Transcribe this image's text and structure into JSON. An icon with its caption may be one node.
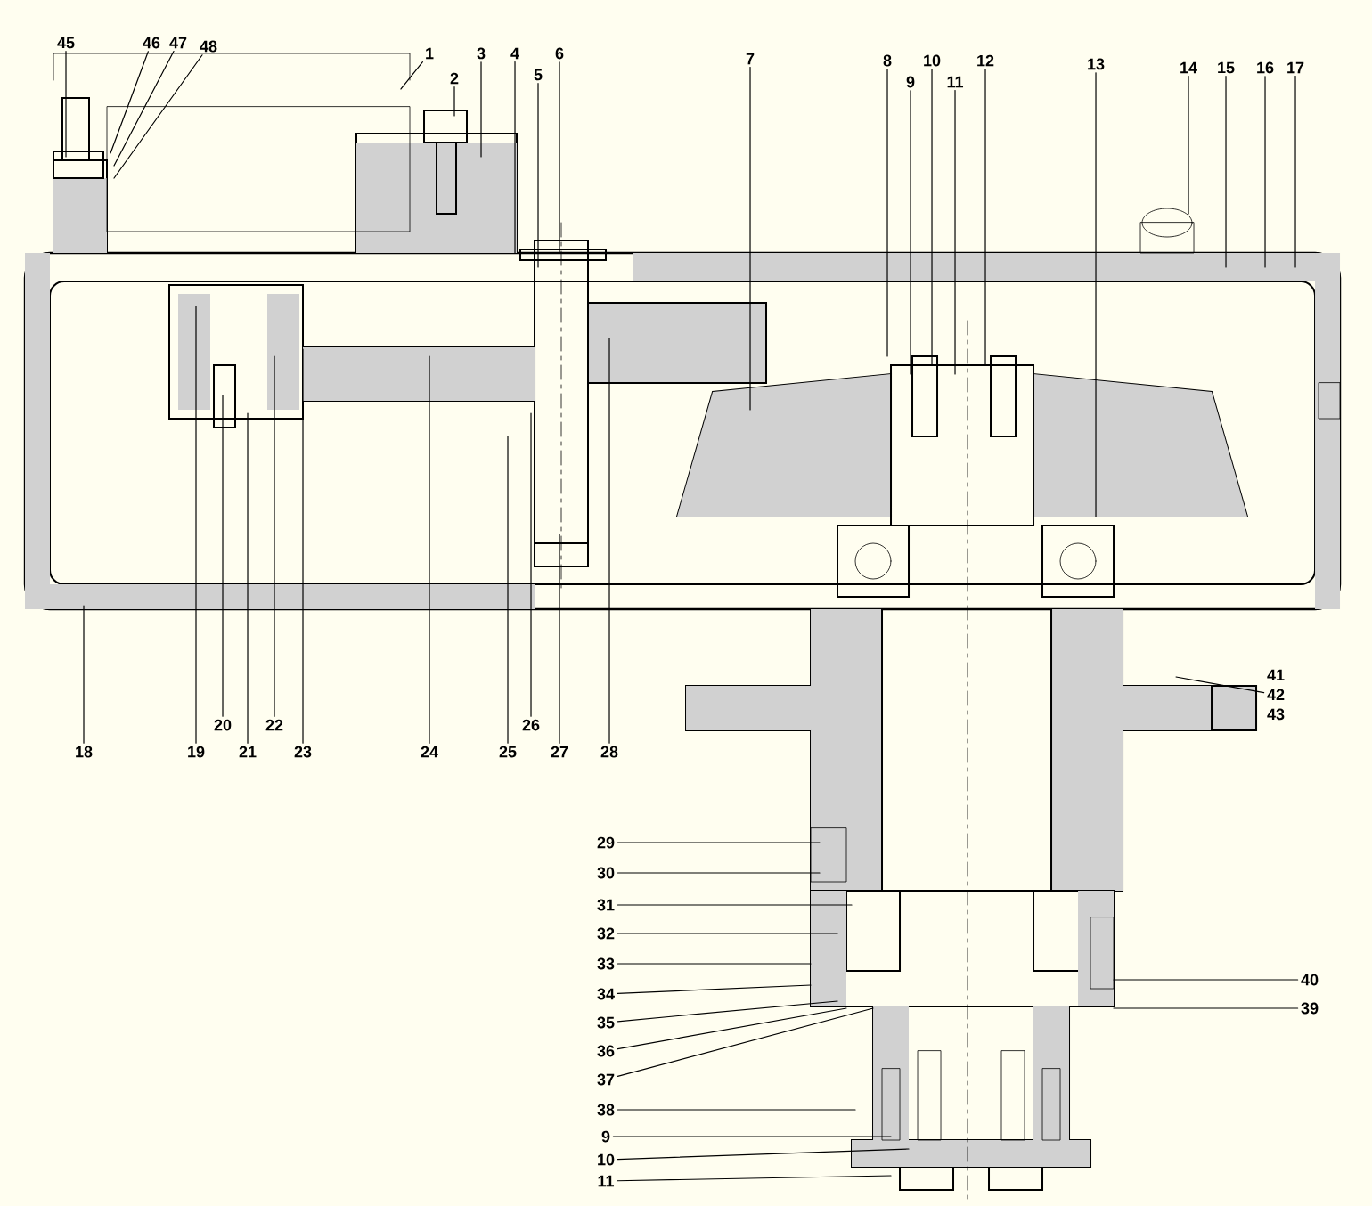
{
  "diagram": {
    "nodes": [
      {
        "text": [
          "45"
        ]
      },
      {
        "text": [
          "46"
        ]
      },
      {
        "text": [
          "47"
        ]
      },
      {
        "text": [
          "48"
        ]
      },
      {
        "text": [
          "1"
        ]
      },
      {
        "text": [
          "2"
        ]
      },
      {
        "text": [
          "3"
        ]
      },
      {
        "text": [
          "4"
        ]
      },
      {
        "text": [
          "5"
        ]
      },
      {
        "text": [
          "6"
        ]
      },
      {
        "text": [
          "7"
        ]
      },
      {
        "text": [
          "8"
        ]
      },
      {
        "text": [
          "9"
        ]
      },
      {
        "text": [
          "10"
        ]
      },
      {
        "text": [
          "11"
        ]
      },
      {
        "text": [
          "12"
        ]
      },
      {
        "text": [
          "13"
        ]
      },
      {
        "text": [
          "14"
        ]
      },
      {
        "text": [
          "15"
        ]
      },
      {
        "text": [
          "16"
        ]
      },
      {
        "text": [
          "17"
        ]
      },
      {
        "text": [
          "18"
        ]
      },
      {
        "text": [
          "19"
        ]
      },
      {
        "text": [
          "20"
        ]
      },
      {
        "text": [
          "21"
        ]
      },
      {
        "text": [
          "22"
        ]
      },
      {
        "text": [
          "23"
        ]
      },
      {
        "text": [
          "24"
        ]
      },
      {
        "text": [
          "25"
        ]
      },
      {
        "text": [
          "26"
        ]
      },
      {
        "text": [
          "27"
        ]
      },
      {
        "text": [
          "28"
        ]
      },
      {
        "text": [
          "41",
          "42",
          "43"
        ]
      },
      {
        "text": [
          "29"
        ]
      },
      {
        "text": [
          "30"
        ]
      },
      {
        "text": [
          "31"
        ]
      },
      {
        "text": [
          "32"
        ]
      },
      {
        "text": [
          "33"
        ]
      },
      {
        "text": [
          "34"
        ]
      },
      {
        "text": [
          "35"
        ]
      },
      {
        "text": [
          "36"
        ]
      },
      {
        "text": [
          "37"
        ]
      },
      {
        "text": [
          "38"
        ]
      },
      {
        "text": [
          "9"
        ]
      },
      {
        "text": [
          "10"
        ]
      },
      {
        "text": [
          "11"
        ]
      },
      {
        "text": [
          "40"
        ]
      },
      {
        "text": [
          "39"
        ]
      }
    ],
    "edges": [
      {
        "from": 0,
        "to": null,
        "arrow": "none"
      },
      {
        "from": 1,
        "to": null,
        "arrow": "none"
      },
      {
        "from": 2,
        "to": null,
        "arrow": "none"
      },
      {
        "from": 3,
        "to": null,
        "arrow": "none"
      },
      {
        "from": 4,
        "to": null,
        "arrow": "none"
      },
      {
        "from": 5,
        "to": null,
        "arrow": "none"
      },
      {
        "from": 6,
        "to": null,
        "arrow": "none"
      },
      {
        "from": 7,
        "to": null,
        "arrow": "none"
      },
      {
        "from": 8,
        "to": null,
        "arrow": "none"
      },
      {
        "from": 9,
        "to": null,
        "arrow": "none"
      },
      {
        "from": 10,
        "to": null,
        "arrow": "none"
      },
      {
        "from": 11,
        "to": null,
        "arrow": "none"
      },
      {
        "from": 12,
        "to": null,
        "arrow": "none"
      },
      {
        "from": 13,
        "to": null,
        "arrow": "none"
      },
      {
        "from": 14,
        "to": null,
        "arrow": "none"
      },
      {
        "from": 15,
        "to": null,
        "arrow": "none"
      },
      {
        "from": 16,
        "to": null,
        "arrow": "none"
      },
      {
        "from": 17,
        "to": null,
        "arrow": "none"
      },
      {
        "from": 18,
        "to": null,
        "arrow": "none"
      },
      {
        "from": 19,
        "to": null,
        "arrow": "none"
      },
      {
        "from": 20,
        "to": null,
        "arrow": "none"
      },
      {
        "from": 21,
        "to": null,
        "arrow": "none"
      },
      {
        "from": 22,
        "to": null,
        "arrow": "none"
      },
      {
        "from": 23,
        "to": null,
        "arrow": "none"
      },
      {
        "from": 24,
        "to": null,
        "arrow": "none"
      },
      {
        "from": 25,
        "to": null,
        "arrow": "none"
      },
      {
        "from": 26,
        "to": null,
        "arrow": "none"
      },
      {
        "from": 27,
        "to": null,
        "arrow": "none"
      },
      {
        "from": 28,
        "to": null,
        "arrow": "none"
      },
      {
        "from": 29,
        "to": null,
        "arrow": "none"
      },
      {
        "from": 30,
        "to": null,
        "arrow": "none"
      },
      {
        "from": 31,
        "to": null,
        "arrow": "none"
      },
      {
        "from": 32,
        "to": null,
        "arrow": "none"
      },
      {
        "from": 33,
        "to": null,
        "arrow": "none"
      },
      {
        "from": 34,
        "to": null,
        "arrow": "none"
      },
      {
        "from": 35,
        "to": null,
        "arrow": "none"
      },
      {
        "from": 36,
        "to": null,
        "arrow": "none"
      },
      {
        "from": 37,
        "to": null,
        "arrow": "none"
      },
      {
        "from": 38,
        "to": null,
        "arrow": "none"
      },
      {
        "from": 39,
        "to": null,
        "arrow": "none"
      },
      {
        "from": 40,
        "to": null,
        "arrow": "none"
      },
      {
        "from": 41,
        "to": null,
        "arrow": "none"
      },
      {
        "from": 42,
        "to": null,
        "arrow": "none"
      },
      {
        "from": 43,
        "to": null,
        "arrow": "none"
      },
      {
        "from": 44,
        "to": null,
        "arrow": "none"
      },
      {
        "from": 45,
        "to": null,
        "arrow": "none"
      },
      {
        "from": 46,
        "to": null,
        "arrow": "none"
      },
      {
        "from": 47,
        "to": null,
        "arrow": "none"
      }
    ]
  }
}
